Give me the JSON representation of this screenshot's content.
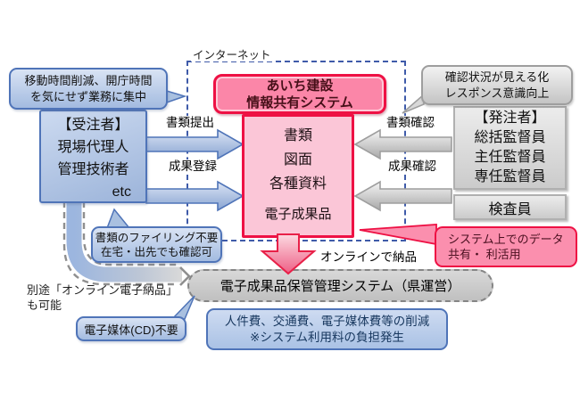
{
  "internet": {
    "label": "インターネット"
  },
  "system": {
    "title_line1": "あいち建設",
    "title_line2": "情報共有システム",
    "content_items": [
      "書類",
      "図面",
      "各種資料"
    ],
    "content_footer": "電子成果品"
  },
  "contractor": {
    "role": "【受注者】",
    "members": [
      "現場代理人",
      "管理技術者"
    ],
    "etc": "etc"
  },
  "orderer": {
    "role": "【発注者】",
    "members": [
      "総括監督員",
      "主任監督員",
      "専任監督員"
    ]
  },
  "inspector": {
    "label": "検査員"
  },
  "flows": {
    "submit": "書類提出",
    "register": "成果登録",
    "doc_check": "書類確認",
    "result_check": "成果確認",
    "online_delivery": "オンラインで納品"
  },
  "callouts": {
    "mobile": {
      "line1": "移動時間削減、開庁時間",
      "line2": "を気にせず業務に集中"
    },
    "filing": {
      "line1": "書類のファイリング不要",
      "line2": "在宅・出先でも確認可"
    },
    "visibility": {
      "line1": "確認状況が見える化",
      "line2": "レスポンス意識向上"
    },
    "data_share": {
      "line1": "システム上でのデータ",
      "line2": "共有・ 利活用"
    },
    "no_cd": {
      "label": "電子媒体(CD)不要"
    }
  },
  "storage": {
    "label": "電子成果品保管管理システム（県運営）"
  },
  "cost": {
    "line1": "人件費、交通費、電子媒体費等の削減",
    "line2": "※システム利用料の負担発生"
  },
  "side_note": {
    "line1": "別途「オンライン電子納品」",
    "line2": "も可能"
  },
  "colors": {
    "blue_border": "#4f74b8",
    "red_border": "#ee1144",
    "pink_strong": "#fb8fae",
    "pink_light": "#fbc6d7",
    "gray_border": "#9e9e9e",
    "dashed_blue": "#3f5ba9",
    "dark_red_text": "#4a1020",
    "navy_text": "#17375e"
  }
}
